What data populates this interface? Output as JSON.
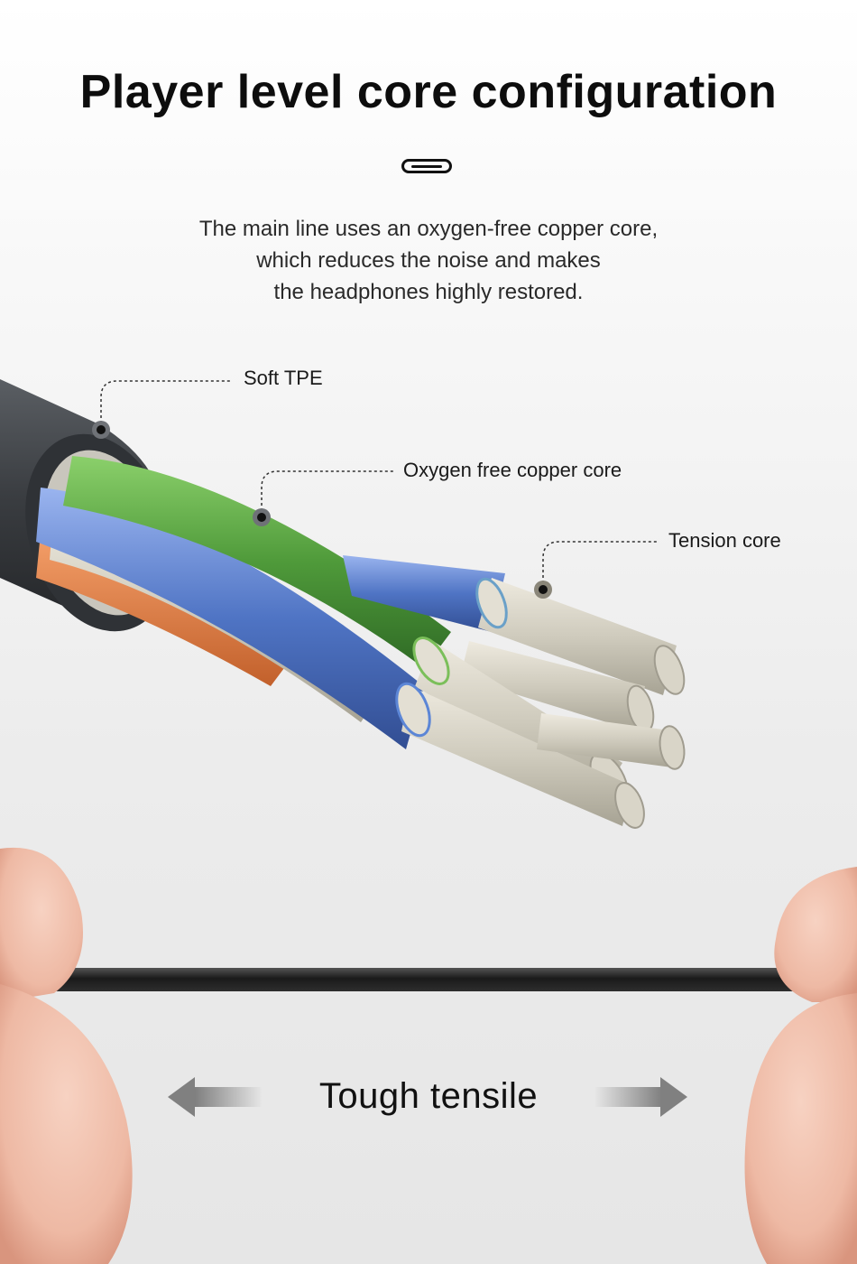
{
  "header": {
    "title": "Player level core configuration"
  },
  "description": {
    "lines": [
      "The main line uses an oxygen-free copper core,",
      "which reduces the noise and makes",
      "the headphones highly restored."
    ]
  },
  "callouts": {
    "soft_tpe": "Soft TPE",
    "copper_core": "Oxygen free copper core",
    "tension_core": "Tension core"
  },
  "footer": {
    "tough_tensile": "Tough tensile"
  },
  "colors": {
    "jacket": "#3c3f43",
    "green_strand": "#4f9a3a",
    "blue_strand": "#4f74c4",
    "orange_strand": "#e07a3a",
    "beige_strand": "#cfcbbd",
    "skin": "#f1c3b0"
  }
}
